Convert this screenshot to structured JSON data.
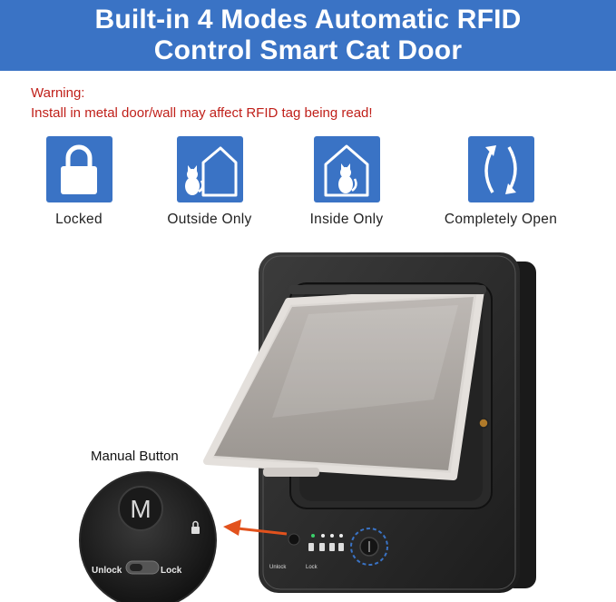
{
  "header": {
    "line1": "Built-in 4 Modes Automatic RFID",
    "line2": "Control Smart Cat Door"
  },
  "warning": {
    "title": "Warning:",
    "text": "Install in metal door/wall may affect RFID tag being read!"
  },
  "modes": [
    {
      "label": "Locked",
      "icon": "lock-icon"
    },
    {
      "label": "Outside Only",
      "icon": "cat-outside-house-icon"
    },
    {
      "label": "Inside Only",
      "icon": "cat-inside-house-icon"
    },
    {
      "label": "Completely Open",
      "icon": "two-way-arrows-icon"
    }
  ],
  "callout": {
    "title": "Manual Button",
    "button_letter": "M",
    "unlock": "Unlock",
    "lock": "Lock"
  },
  "device_labels": {
    "unlock": "Unlock",
    "lock": "Lock"
  },
  "colors": {
    "banner": "#3a73c5",
    "warning": "#c0201a",
    "device": "#2b2b2b",
    "arrow": "#e2521d"
  }
}
